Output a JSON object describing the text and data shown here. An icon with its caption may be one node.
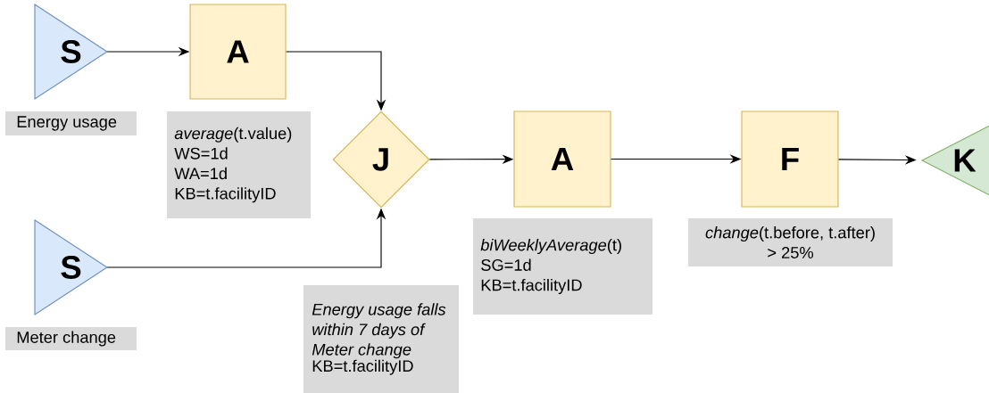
{
  "diagram": {
    "nodes": [
      {
        "text": [
          "S"
        ],
        "beside": [
          "Energy usage"
        ]
      },
      {
        "text": [
          "A"
        ],
        "beside": [
          "*average*(t.value)",
          "WS=1d",
          "WA=1d",
          "KB=t.facilityID"
        ]
      },
      {
        "text": [
          "S"
        ],
        "beside": [
          "Meter change"
        ]
      },
      {
        "text": [
          "J"
        ],
        "beside": [
          "Energy usage falls within 7 days of Meter change",
          "KB=t.facilityID"
        ]
      },
      {
        "text": [
          "A"
        ],
        "beside": [
          "*biWeeklyAverage*(t)",
          "SG=1d",
          "KB=t.facilityID"
        ]
      },
      {
        "text": [
          "F"
        ],
        "beside": [
          "*change*(t.before, t.after)",
          "> 25%"
        ]
      },
      {
        "text": [
          "K"
        ]
      }
    ],
    "edges": [
      {
        "from": 0,
        "to": 1,
        "arrow": "to"
      },
      {
        "from": 1,
        "to": 3,
        "arrow": "to"
      },
      {
        "from": 2,
        "to": 3,
        "arrow": "to"
      },
      {
        "from": 3,
        "to": 4,
        "arrow": "to"
      },
      {
        "from": 4,
        "to": 5,
        "arrow": "to"
      },
      {
        "from": 5,
        "to": 6,
        "arrow": "to"
      }
    ]
  }
}
